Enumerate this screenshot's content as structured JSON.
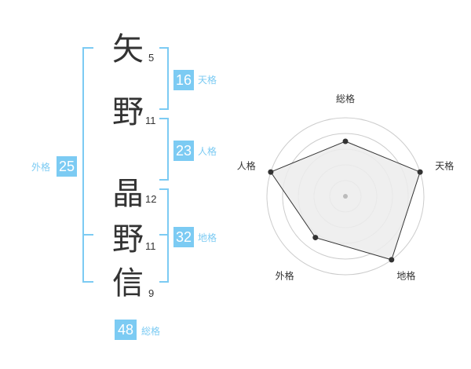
{
  "name": {
    "characters": [
      {
        "char": "矢",
        "strokes": "5"
      },
      {
        "char": "野",
        "strokes": "11"
      },
      {
        "char": "晶",
        "strokes": "12"
      },
      {
        "char": "野",
        "strokes": "11"
      },
      {
        "char": "信",
        "strokes": "9"
      }
    ]
  },
  "fortunes": {
    "tenkaku": {
      "value": "16",
      "label": "天格"
    },
    "jinkaku": {
      "value": "23",
      "label": "人格"
    },
    "chikaku": {
      "value": "32",
      "label": "地格"
    },
    "gaikaku": {
      "value": "25",
      "label": "外格"
    },
    "soukaku": {
      "value": "48",
      "label": "総格"
    }
  },
  "colors": {
    "accent": "#7ccbf3",
    "text": "#333333",
    "radar_fill": "#ececec",
    "radar_ring": "#cccccc"
  },
  "chart_data": {
    "type": "radar",
    "axes": [
      "総格",
      "天格",
      "地格",
      "外格",
      "人格"
    ],
    "values": [
      0.7,
      1.0,
      1.0,
      0.65,
      1.0
    ],
    "max": 1.0,
    "rings": 5
  }
}
